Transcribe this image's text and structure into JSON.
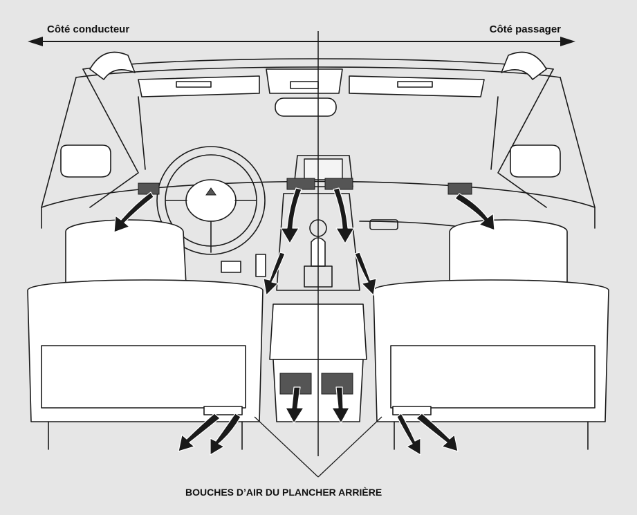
{
  "labels": {
    "driver_side": "Côté conducteur",
    "passenger_side": "Côté passager",
    "callout": "BOUCHES D’AIR DU PLANCHER ARRIÈRE"
  },
  "colors": {
    "background": "#e6e6e6",
    "line": "#1a1a1a",
    "fill": "#ffffff"
  }
}
